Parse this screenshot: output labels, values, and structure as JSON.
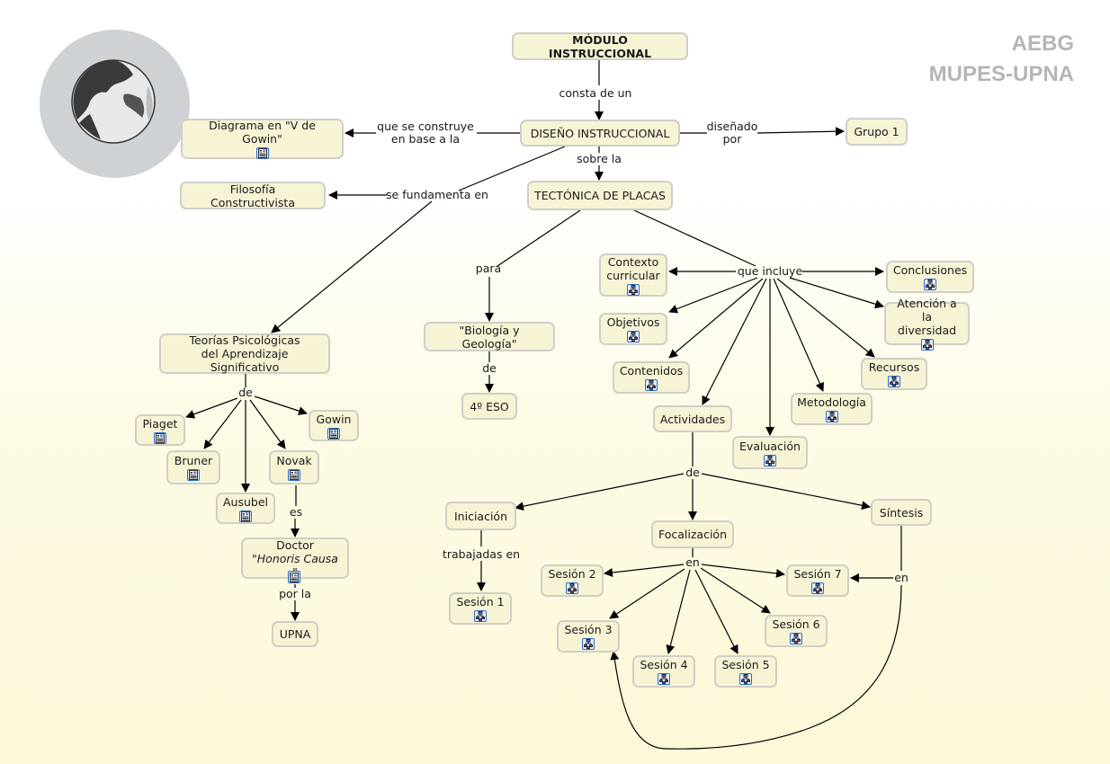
{
  "watermark": {
    "line1": "AEBG",
    "line2": "MUPES-UPNA"
  },
  "logo": {
    "icon": "globe-icon"
  },
  "nodes": {
    "modulo": "MÓDULO INSTRUCCIONAL",
    "diseno": "DISEÑO INSTRUCCIONAL",
    "vgowin": "Diagrama en \"V de Gowin\"",
    "grupo1": "Grupo 1",
    "filosofia": "Filosofía Constructivista",
    "tectonica": "TECTÓNICA DE PLACAS",
    "teorias_1": "Teorías Psicológicas",
    "teorias_2": "del Aprendizaje Significativo",
    "piaget": "Piaget",
    "bruner": "Bruner",
    "ausubel": "Ausubel",
    "novak": "Novak",
    "gowin": "Gowin",
    "doctor_1": "Doctor",
    "doctor_2_q1": "\"",
    "doctor_2_it": "Honoris Causa",
    "doctor_2_q2": " \"",
    "upna": "UPNA",
    "biologia": "\"Biología y Geología\"",
    "eso": "4º ESO",
    "contexto_1": "Contexto",
    "contexto_2": "curricular",
    "objetivos": "Objetivos",
    "contenidos": "Contenidos",
    "actividades": "Actividades",
    "evaluacion": "Evaluación",
    "metodologia": "Metodología",
    "recursos": "Recursos",
    "atencion_1": "Atención a",
    "atencion_2": "la diversidad",
    "conclusiones": "Conclusiones",
    "iniciacion": "Iniciación",
    "focalizacion": "Focalización",
    "sintesis": "Síntesis",
    "sesion1": "Sesión 1",
    "sesion2": "Sesión 2",
    "sesion3": "Sesión 3",
    "sesion4": "Sesión 4",
    "sesion5": "Sesión 5",
    "sesion6": "Sesión 6",
    "sesion7": "Sesión 7"
  },
  "link_labels": {
    "consta": "consta de un",
    "construye_1": "que se construye",
    "construye_2": "en base a la",
    "disenado_1": "diseñado",
    "disenado_2": "por",
    "sobre": "sobre la",
    "fundamenta": "se fundamenta en",
    "para": "para",
    "de_bio": "de",
    "incluye": "que incluye",
    "de_teorias": "de",
    "es": "es",
    "porla": "por la",
    "de_act": "de",
    "trabajadas": "trabajadas en",
    "en_foc": "en",
    "en_sin": "en"
  },
  "icon_types": {
    "document": "document-image-icon",
    "submap": "concept-map-icon"
  }
}
